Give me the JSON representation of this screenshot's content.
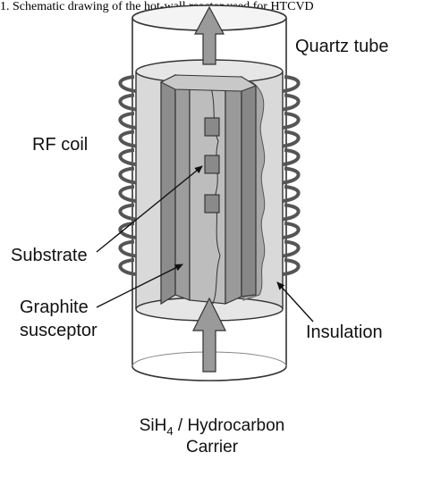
{
  "labels": {
    "quartz_tube": "Quartz tube",
    "rf_coil": "RF coil",
    "substrate": "Substrate",
    "graphite_line1": "Graphite",
    "graphite_line2": "susceptor",
    "insulation": "Insulation"
  },
  "gas_feed": {
    "line1_prefix": "SiH",
    "line1_sub": "4",
    "line1_suffix": " / Hydrocarbon",
    "line2": "Carrier"
  },
  "caption_fragment": "1.  Schematic drawing of the hot-wall reactor used for HTCVD"
}
